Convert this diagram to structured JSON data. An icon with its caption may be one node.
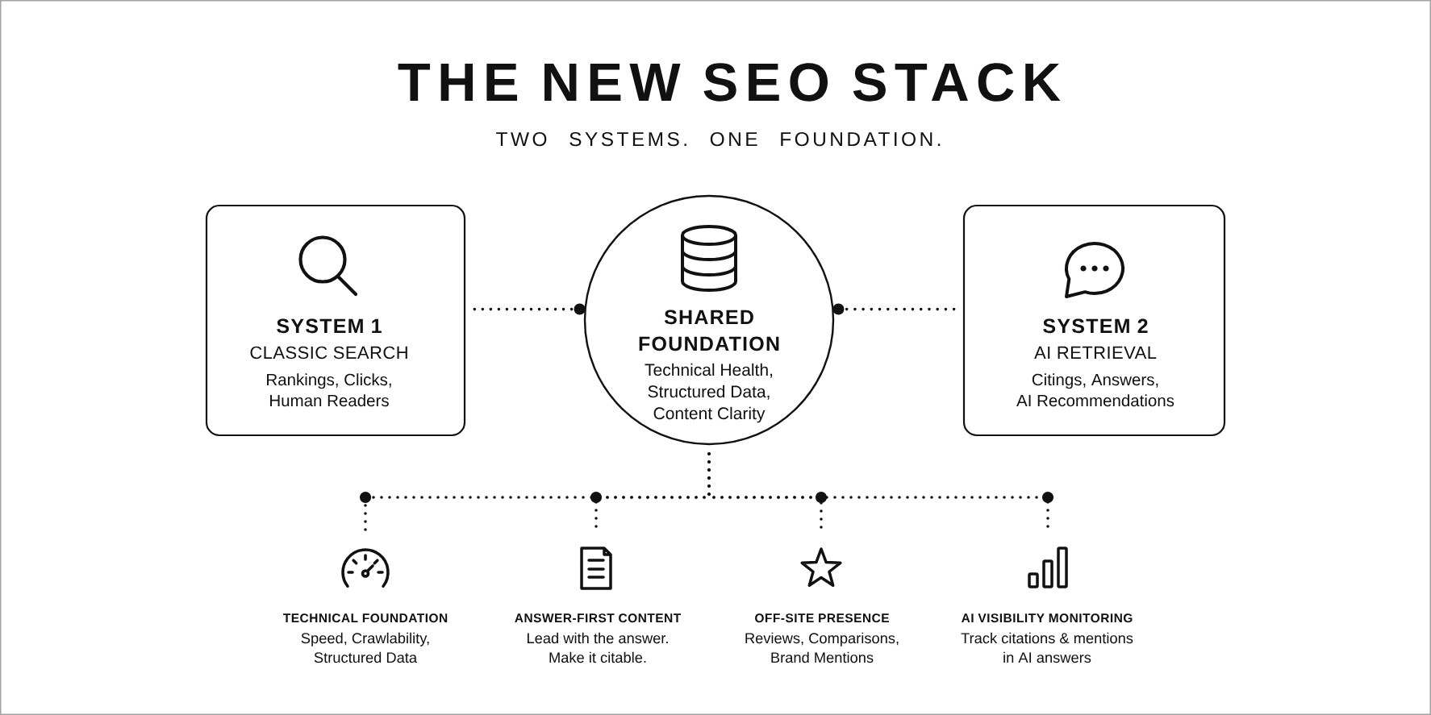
{
  "diagram": {
    "title": "THE NEW SEO STACK",
    "nodes": [
      {
        "text": [
          "SYSTEM 1",
          "CLASSIC SEARCH",
          "Rankings, Clicks, Human Readers"
        ]
      },
      {
        "text": [
          "SHARED FOUNDATION",
          "Technical Health, Structured Data, Content Clarity"
        ]
      },
      {
        "text": [
          "SYSTEM 2",
          "AI RETRIEVAL",
          "Citings, Answers, AI Recommendations"
        ]
      },
      {
        "text": [
          "TECHNICAL FOUNDATION",
          "Speed, Crawlability, Structured Data"
        ]
      },
      {
        "text": [
          "ANSWER-FIRST CONTENT",
          "Lead with the answer. Make it citable."
        ]
      },
      {
        "text": [
          "OFF-SITE PRESENCE",
          "Reviews, Comparisons, Brand Mentions"
        ]
      },
      {
        "text": [
          "AI VISIBILITY MONITORING",
          "Track citations & mentions in AI answers"
        ]
      }
    ],
    "edges": [
      {
        "from": 1,
        "to": 0,
        "arrow": "other",
        "style": "dashed"
      },
      {
        "from": 1,
        "to": 2,
        "arrow": "other",
        "style": "dashed"
      },
      {
        "from": 1,
        "to": 3,
        "arrow": "none",
        "style": "dashed"
      },
      {
        "from": 1,
        "to": 4,
        "arrow": "none",
        "style": "dashed"
      },
      {
        "from": 1,
        "to": 5,
        "arrow": "none",
        "style": "dashed"
      },
      {
        "from": 1,
        "to": 6,
        "arrow": "none",
        "style": "dashed"
      }
    ],
    "labels": [
      "TWO SYSTEMS. ONE FOUNDATION."
    ]
  }
}
